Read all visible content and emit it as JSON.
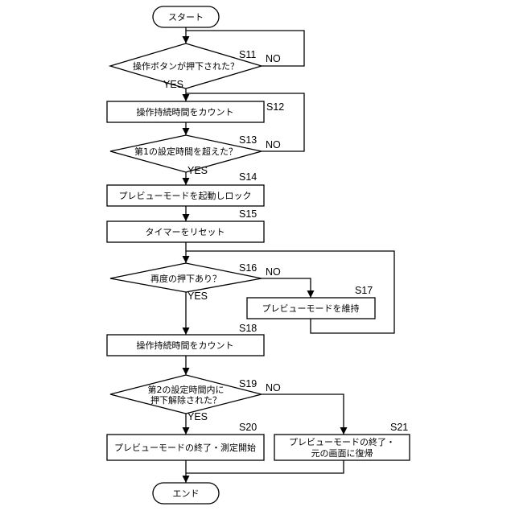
{
  "flowchart": {
    "start": "スタート",
    "end": "エンド",
    "steps": {
      "s11": {
        "id": "S11",
        "text": "操作ボタンが押下された？"
      },
      "s12": {
        "id": "S12",
        "text": "操作持続時間をカウント"
      },
      "s13": {
        "id": "S13",
        "text": "第1の設定時間を超えた？"
      },
      "s14": {
        "id": "S14",
        "text": "プレビューモードを起動しロック"
      },
      "s15": {
        "id": "S15",
        "text": "タイマーをリセット"
      },
      "s16": {
        "id": "S16",
        "text": "再度の押下あり？"
      },
      "s17": {
        "id": "S17",
        "text": "プレビューモードを維持"
      },
      "s18": {
        "id": "S18",
        "text": "操作持続時間をカウント"
      },
      "s19": {
        "id": "S19",
        "line1": "第2の設定時間内に",
        "line2": "押下解除された？"
      },
      "s20": {
        "id": "S20",
        "text": "プレビューモードの終了・測定開始"
      },
      "s21": {
        "id": "S21",
        "line1": "プレビューモードの終了・",
        "line2": "元の画面に復帰"
      }
    },
    "branches": {
      "s11_no": "NO",
      "s11_yes": "YES",
      "s13_no": "NO",
      "s13_yes": "YES",
      "s16_no": "NO",
      "s16_yes": "YES",
      "s19_no": "NO",
      "s19_yes": "YES"
    }
  }
}
